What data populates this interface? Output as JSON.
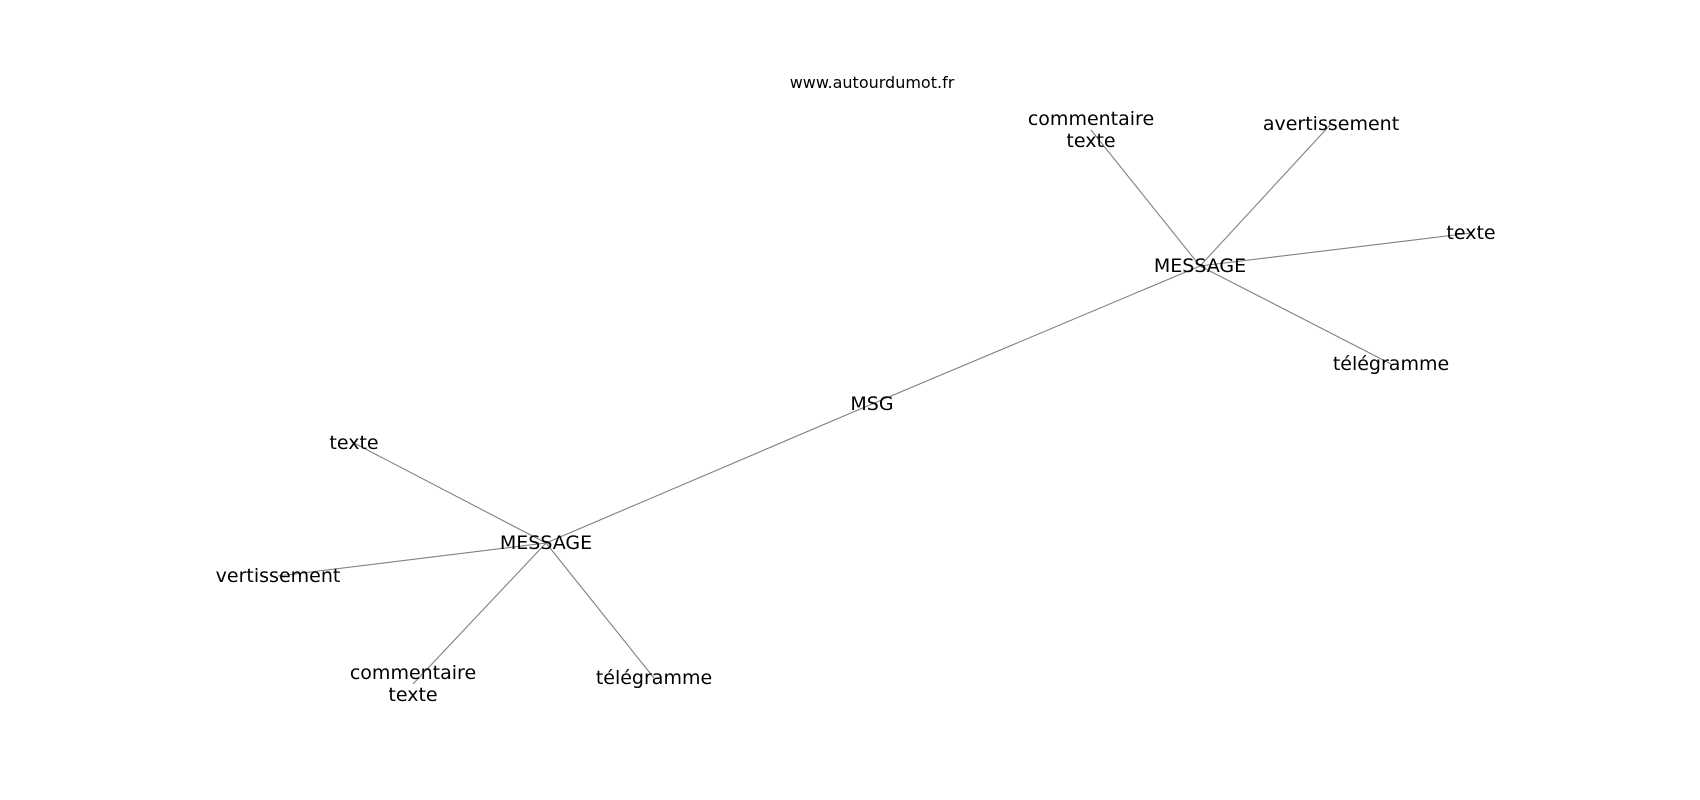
{
  "site_label": "www.autourdumot.fr",
  "nodes": [
    {
      "id": "msg",
      "lines": [
        "MSG"
      ]
    },
    {
      "id": "message_top",
      "lines": [
        "MESSAGE"
      ]
    },
    {
      "id": "message_bottom",
      "lines": [
        "MESSAGE"
      ]
    },
    {
      "id": "commentaire_top",
      "lines": [
        "commentaire",
        "texte"
      ]
    },
    {
      "id": "avertissement_top",
      "lines": [
        "avertissement"
      ]
    },
    {
      "id": "texte_top",
      "lines": [
        "texte"
      ]
    },
    {
      "id": "telegramme_top",
      "lines": [
        "télégramme"
      ]
    },
    {
      "id": "texte_bottom",
      "lines": [
        "texte"
      ]
    },
    {
      "id": "vertissement_bottom",
      "lines": [
        "vertissement"
      ]
    },
    {
      "id": "commentaire_bottom",
      "lines": [
        "commentaire",
        "texte"
      ]
    },
    {
      "id": "telegramme_bottom",
      "lines": [
        "télégramme"
      ]
    }
  ],
  "edges": [
    [
      "msg",
      "message_top"
    ],
    [
      "msg",
      "message_bottom"
    ],
    [
      "message_top",
      "commentaire_top"
    ],
    [
      "message_top",
      "avertissement_top"
    ],
    [
      "message_top",
      "texte_top"
    ],
    [
      "message_top",
      "telegramme_top"
    ],
    [
      "message_bottom",
      "texte_bottom"
    ],
    [
      "message_bottom",
      "vertissement_bottom"
    ],
    [
      "message_bottom",
      "commentaire_bottom"
    ],
    [
      "message_bottom",
      "telegramme_bottom"
    ]
  ]
}
